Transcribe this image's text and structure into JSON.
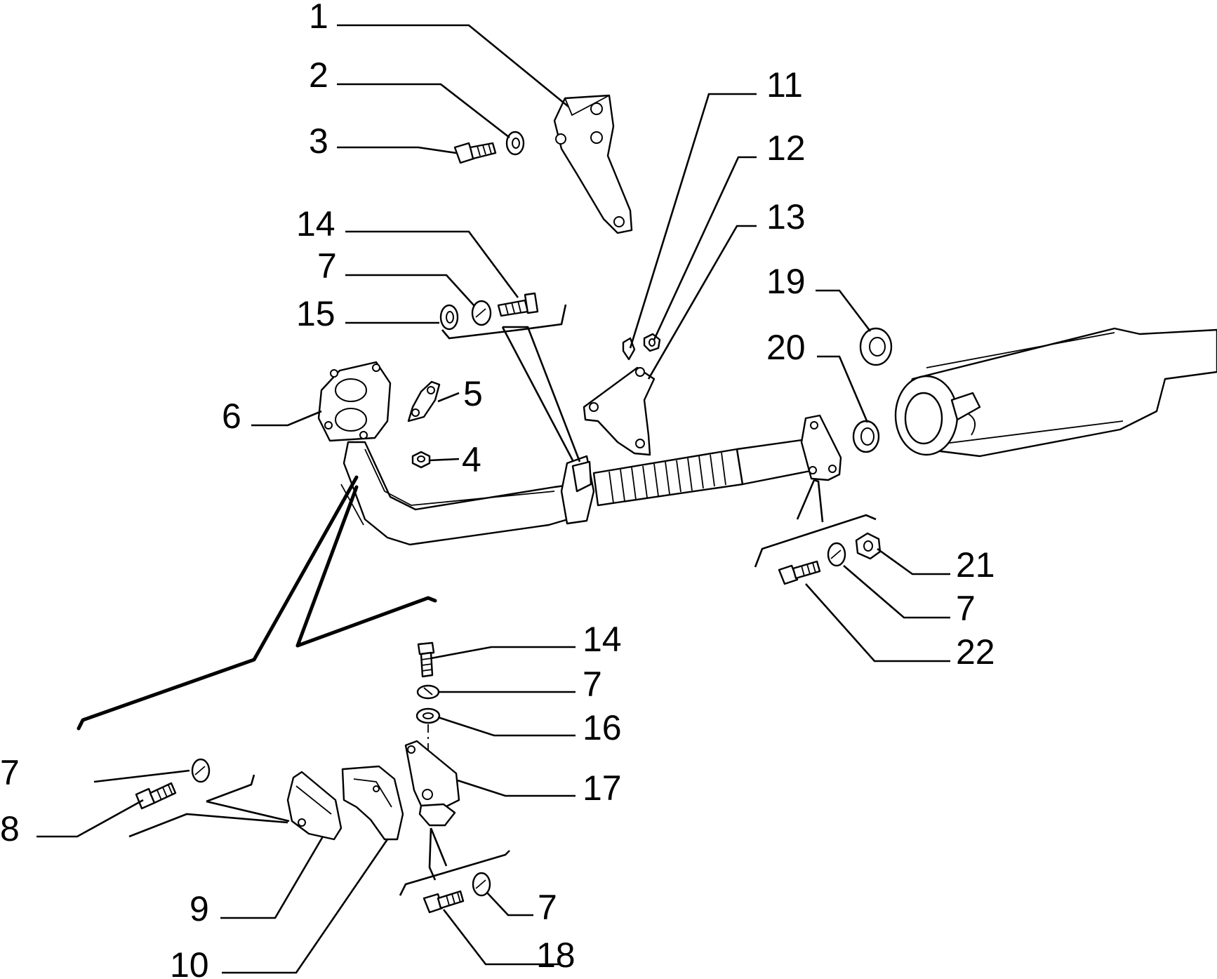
{
  "callouts": [
    {
      "id": "c1",
      "label": "1"
    },
    {
      "id": "c2",
      "label": "2"
    },
    {
      "id": "c3",
      "label": "3"
    },
    {
      "id": "c4",
      "label": "4"
    },
    {
      "id": "c5",
      "label": "5"
    },
    {
      "id": "c6",
      "label": "6"
    },
    {
      "id": "c7a",
      "label": "7"
    },
    {
      "id": "c7b",
      "label": "7"
    },
    {
      "id": "c7c",
      "label": "7"
    },
    {
      "id": "c7d",
      "label": "7"
    },
    {
      "id": "c7e",
      "label": "7"
    },
    {
      "id": "c8",
      "label": "8"
    },
    {
      "id": "c9",
      "label": "9"
    },
    {
      "id": "c10",
      "label": "10"
    },
    {
      "id": "c11",
      "label": "11"
    },
    {
      "id": "c12",
      "label": "12"
    },
    {
      "id": "c13",
      "label": "13"
    },
    {
      "id": "c14a",
      "label": "14"
    },
    {
      "id": "c14b",
      "label": "14"
    },
    {
      "id": "c15",
      "label": "15"
    },
    {
      "id": "c16",
      "label": "16"
    },
    {
      "id": "c17",
      "label": "17"
    },
    {
      "id": "c18",
      "label": "18"
    },
    {
      "id": "c19",
      "label": "19"
    },
    {
      "id": "c20",
      "label": "20"
    },
    {
      "id": "c21",
      "label": "21"
    },
    {
      "id": "c22",
      "label": "22"
    }
  ]
}
